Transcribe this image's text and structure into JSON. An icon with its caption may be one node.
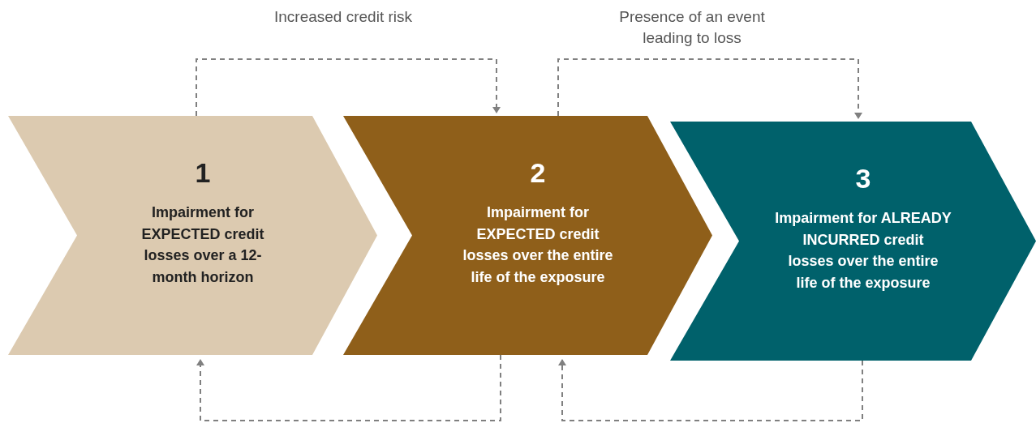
{
  "diagram": {
    "nodes": [
      {
        "text": [
          "1",
          "Impairment for EXPECTED credit losses over a 12-month horizon"
        ]
      },
      {
        "text": [
          "2",
          "Impairment for EXPECTED credit losses over the entire life of the exposure"
        ]
      },
      {
        "text": [
          "3",
          "Impairment for ALREADY INCURRED credit losses over the entire life of the exposure"
        ]
      }
    ],
    "edges": [
      {
        "from": 0,
        "to": 1,
        "arrow": "to",
        "label": "Increased credit risk",
        "style": "dashed"
      },
      {
        "from": 1,
        "to": 2,
        "arrow": "to",
        "label": "Presence of an event leading to loss",
        "style": "dashed"
      },
      {
        "from": 1,
        "to": 0,
        "arrow": "to",
        "style": "dashed"
      },
      {
        "from": 2,
        "to": 1,
        "arrow": "to",
        "style": "dashed"
      }
    ]
  }
}
